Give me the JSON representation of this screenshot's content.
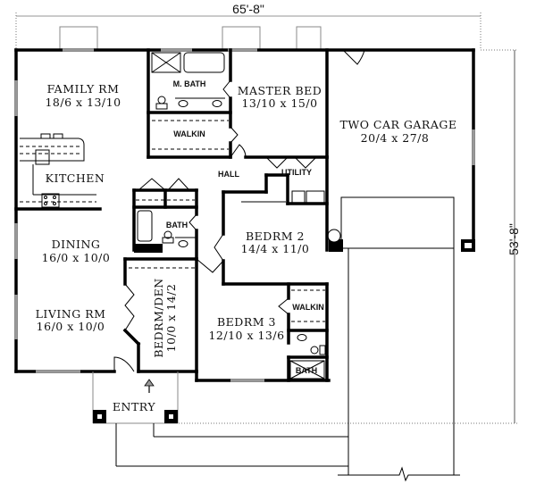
{
  "plan": {
    "overall_width": "65'-8\"",
    "overall_depth": "53'-8\"",
    "rooms": {
      "family": {
        "name": "FAMILY RM",
        "dims": "18/6 x 13/10"
      },
      "master_bath": {
        "name": "M. BATH"
      },
      "master_bed": {
        "name": "MASTER BED",
        "dims": "13/10 x 15/0"
      },
      "master_walkin": {
        "name": "WALKIN"
      },
      "garage": {
        "name": "TWO CAR GARAGE",
        "dims": "20/4 x 27/8"
      },
      "kitchen": {
        "name": "KITCHEN"
      },
      "hall": {
        "name": "HALL"
      },
      "utility": {
        "name": "UTILITY"
      },
      "bath": {
        "name": "BATH"
      },
      "bedroom2": {
        "name": "BEDRM 2",
        "dims": "14/4 x 11/0"
      },
      "dining": {
        "name": "DINING",
        "dims": "16/0 x 10/0"
      },
      "bedroom_den": {
        "name": "BEDRM/DEN",
        "dims": "10/0 x 14/2"
      },
      "living": {
        "name": "LIVING RM",
        "dims": "16/0 x 10/0"
      },
      "bedroom3": {
        "name": "BEDRM 3",
        "dims": "12/10 x 13/6"
      },
      "bed3_walkin": {
        "name": "WALKIN"
      },
      "bed3_bath": {
        "name": "BATH"
      },
      "entry": {
        "name": "ENTRY"
      }
    }
  }
}
